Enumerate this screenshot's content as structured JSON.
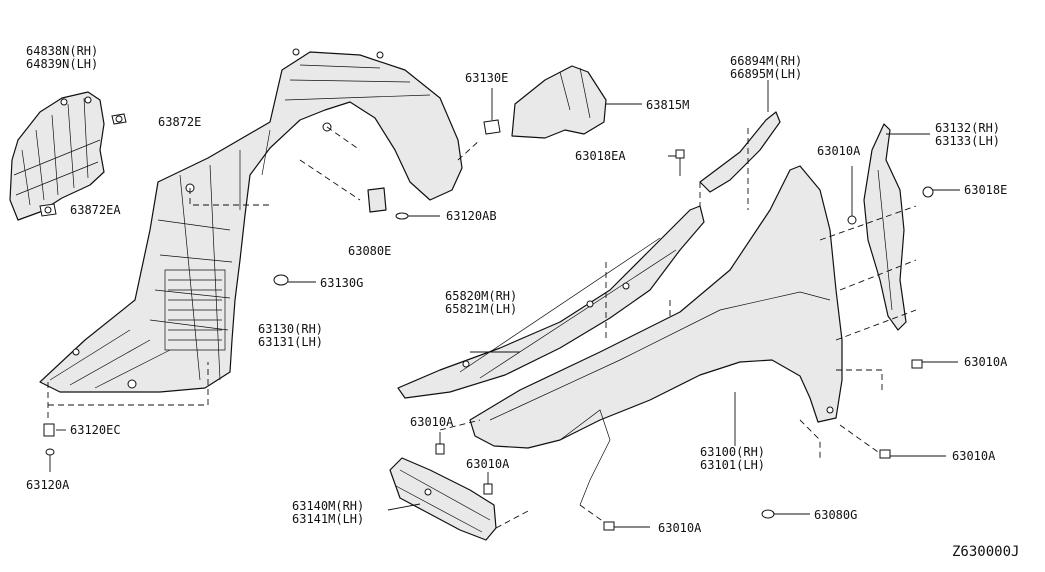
{
  "labels": {
    "p64838N": "64838N(RH)",
    "p64839N": "64839N(LH)",
    "p63872E": "63872E",
    "p63872EA": "63872EA",
    "p63130E": "63130E",
    "p63815M": "63815M",
    "p66894M": "66894M(RH)",
    "p66895M": "66895M(LH)",
    "p63018EA": "63018EA",
    "p63010A_top": "63010A",
    "p63132": "63132(RH)",
    "p63133": "63133(LH)",
    "p63018E": "63018E",
    "p63120AB": "63120AB",
    "p63080E": "63080E",
    "p63130G": "63130G",
    "p65820M": "65820M(RH)",
    "p65821M": "65821M(LH)",
    "p63130": "63130(RH)",
    "p63131": "63131(LH)",
    "p63010A_right": "63010A",
    "p63120EC": "63120EC",
    "p63010A_mid": "63010A",
    "p63100": "63100(RH)",
    "p63101": "63101(LH)",
    "p63010A_lowright": "63010A",
    "p63010A_center": "63010A",
    "p63120A": "63120A",
    "p63140M": "63140M(RH)",
    "p63141M": "63141M(LH)",
    "p63010A_bottom": "63010A",
    "p63080G": "63080G",
    "diagram_code": "Z630000J"
  }
}
